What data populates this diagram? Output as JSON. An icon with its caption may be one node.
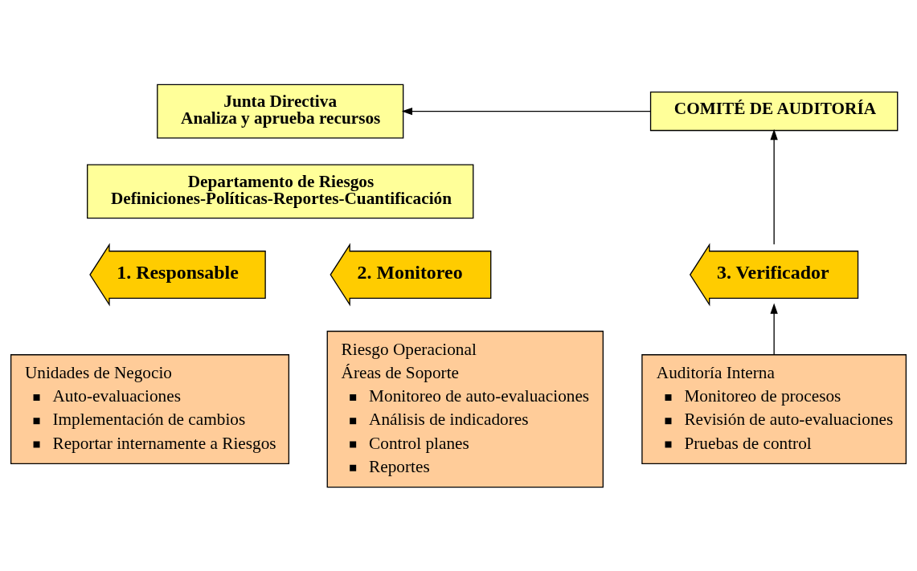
{
  "diagram": {
    "nodes": [
      {
        "text": [
          "Junta Directiva",
          "Analiza y aprueba recursos"
        ]
      },
      {
        "text": [
          "COMITÉ DE AUDITORÍA"
        ]
      },
      {
        "text": [
          "Departamento de Riesgos",
          "Definiciones-Políticas-Reportes-Cuantificación"
        ]
      },
      {
        "text": [
          "1. Responsable"
        ]
      },
      {
        "text": [
          "2. Monitoreo"
        ]
      },
      {
        "text": [
          "3. Verificador"
        ]
      },
      {
        "text": [
          "Unidades de Negocio",
          "Auto-evaluaciones",
          "Implementación de cambios",
          "Reportar internamente a Riesgos"
        ]
      },
      {
        "text": [
          "Riesgo Operacional",
          "Áreas de Soporte",
          "Monitoreo de auto-evaluaciones",
          "Análisis de indicadores",
          "Control planes",
          "Reportes"
        ]
      },
      {
        "text": [
          "Auditoría Interna",
          "Monitoreo de procesos",
          "Revisión de auto-evaluaciones",
          "Pruebas de control"
        ]
      }
    ],
    "edges": [
      {
        "from": 1,
        "to": 0,
        "arrow": "to"
      },
      {
        "from": 8,
        "to": 5,
        "arrow": "to"
      },
      {
        "from": 5,
        "to": 1,
        "arrow": "to"
      }
    ]
  }
}
